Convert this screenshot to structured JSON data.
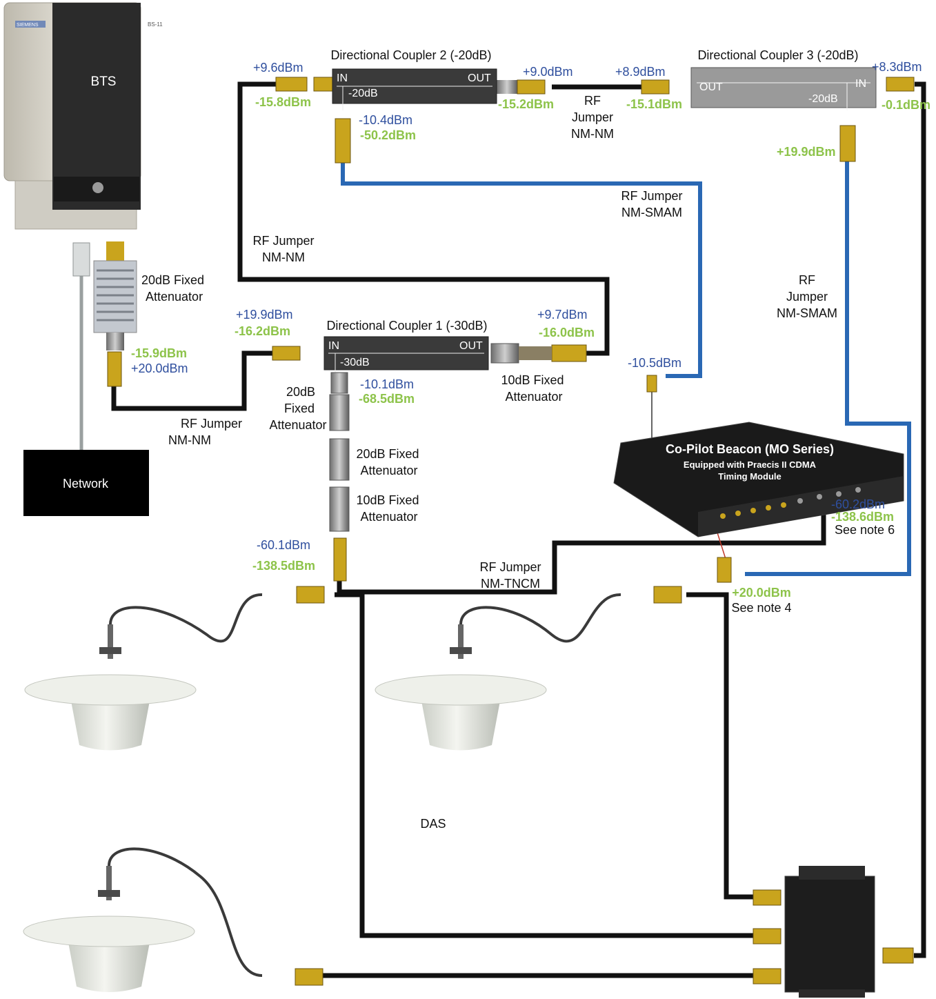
{
  "devices": {
    "bts": {
      "label": "BTS",
      "brand": "SIEMENS",
      "model": "BS-11"
    },
    "network": {
      "label": "Network"
    },
    "coupler1": {
      "title": "Directional Coupler 1 (-30dB)",
      "in": "IN",
      "out": "OUT",
      "tap": "-30dB"
    },
    "coupler2": {
      "title": "Directional Coupler 2 (-20dB)",
      "in": "IN",
      "out": "OUT",
      "tap": "-20dB"
    },
    "coupler3": {
      "title": "Directional Coupler 3 (-20dB)",
      "in": "IN",
      "out": "OUT",
      "tap": "-20dB"
    },
    "beacon": {
      "title": "Co-Pilot Beacon (MO Series)",
      "line2": "Equipped with Praecis II CDMA",
      "line3": "Timing Module"
    },
    "das": {
      "label": "DAS"
    }
  },
  "labels": {
    "att_bts_1": "20dB Fixed",
    "att_bts_2": "Attenuator",
    "att_10_1": "10dB Fixed",
    "att_10_2": "Attenuator",
    "att_a_1": "20dB",
    "att_a_2": "Fixed",
    "att_a_3": "Attenuator",
    "att_b_1": "20dB Fixed",
    "att_b_2": "Attenuator",
    "att_c_1": "10dB Fixed",
    "att_c_2": "Attenuator",
    "jumper_bts_1": "RF Jumper",
    "jumper_bts_2": "NM-NM",
    "jumper_left_1": "RF Jumper",
    "jumper_left_2": "NM-NM",
    "jumper_c2c3_1": "RF",
    "jumper_c2c3_2": "Jumper",
    "jumper_c2c3_3": "NM-NM",
    "jumper_smam_1": "RF Jumper",
    "jumper_smam_2": "NM-SMAM",
    "jumper_right_1": "RF",
    "jumper_right_2": "Jumper",
    "jumper_right_3": "NM-SMAM",
    "jumper_tncm_1": "RF Jumper",
    "jumper_tncm_2": "NM-TNCM",
    "note6": "See note 6",
    "note4": "See note 4"
  },
  "levels": {
    "bts_green": "-15.9dBm",
    "bts_blue": "+20.0dBm",
    "c1_in_blue": "+19.9dBm",
    "c1_in_green": "-16.2dBm",
    "c1_out_blue": "+9.7dBm",
    "c1_out_green": "-16.0dBm",
    "c1_tap_blue": "-10.1dBm",
    "c1_tap_green": "-68.5dBm",
    "c2_in_blue": "+9.6dBm",
    "c2_in_green": "-15.8dBm",
    "c2_tap_blue": "-10.4dBm",
    "c2_tap_green": "-50.2dBm",
    "c2_out_blue": "+9.0dBm",
    "c2_out_green": "-15.2dBm",
    "c3_out_blue": "+8.9dBm",
    "c3_out_green": "-15.1dBm",
    "c3_in_blue": "+8.3dBm",
    "c3_in_green": "-0.1dBm",
    "c3_tap_green": "+19.9dBm",
    "smam_blue": "-10.5dBm",
    "beacon_blue": "-60.2dBm",
    "beacon_green": "-138.6dBm",
    "chain_blue": "-60.1dBm",
    "chain_green": "-138.5dBm",
    "beacon_out_green": "+20.0dBm"
  },
  "colors": {
    "power_blue": "#2f4f9e",
    "level_green": "#8dc34a",
    "cable_blue": "#2a68b4",
    "cable_black": "#111111"
  }
}
